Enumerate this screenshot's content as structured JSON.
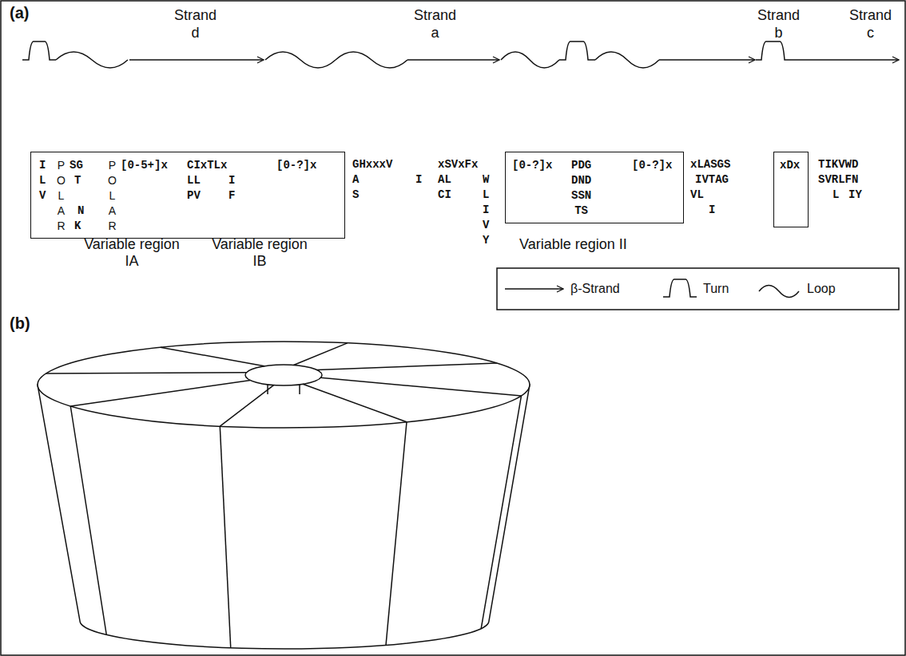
{
  "diagram": {
    "nodes": [
      {
        "text": [
          "I L V",
          "P O L A R",
          "SG",
          "T",
          "N",
          "K",
          "P O L A R",
          "[0-5+]x",
          "CIxTLx",
          "LL",
          "I",
          "PV",
          "F",
          "[0-?]x"
        ]
      },
      {
        "text": [
          "[0-?]x",
          "PDG DND SSN TS",
          "[0-?]x"
        ]
      },
      {
        "text": [
          "xDx"
        ]
      }
    ],
    "labels": [
      "(a)",
      "Strand d",
      "Strand a",
      "Strand b",
      "Strand c",
      "GHxxxV",
      "A S",
      "I",
      "xSVxFx",
      "AL",
      "CI",
      "W L I V Y",
      "xLASGS",
      "IVTAG",
      "VL",
      "I",
      "TIKVWD",
      "SVRLFN",
      "L",
      "IY",
      "Variable region IA",
      "Variable region IB",
      "Variable region II",
      "(b)"
    ],
    "legend": [
      {
        "text": "β-Strand"
      },
      {
        "text": "Turn"
      },
      {
        "text": "Loop"
      }
    ]
  }
}
